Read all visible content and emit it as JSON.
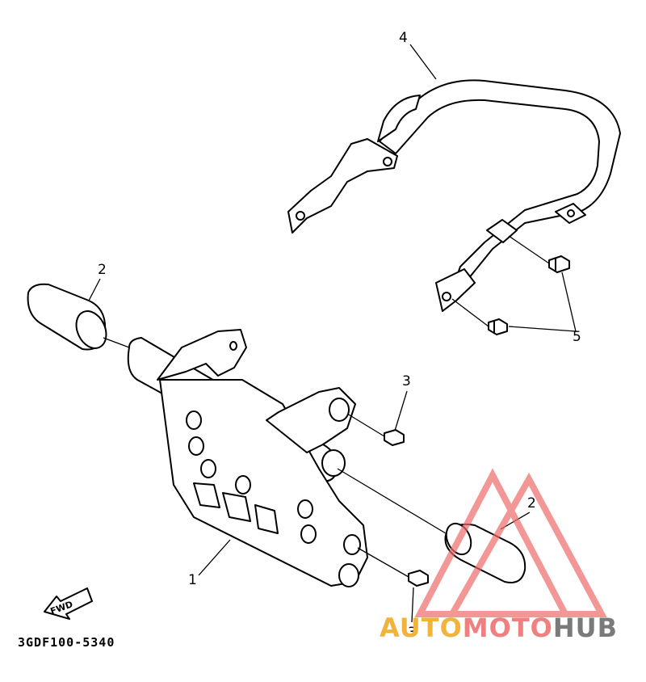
{
  "diagram": {
    "callouts": [
      "1",
      "2",
      "2",
      "3",
      "3",
      "4",
      "5"
    ],
    "part_code": "3GDF100-5340",
    "fwd_label": "FWD"
  },
  "watermark": {
    "parts": [
      "AUTO",
      "MOTO",
      "HUB"
    ],
    "colors": {
      "auto": "#f2b33d",
      "moto": "#f07f7f",
      "hub": "#7a7a7a",
      "triangle": "#ef6a6a"
    }
  }
}
